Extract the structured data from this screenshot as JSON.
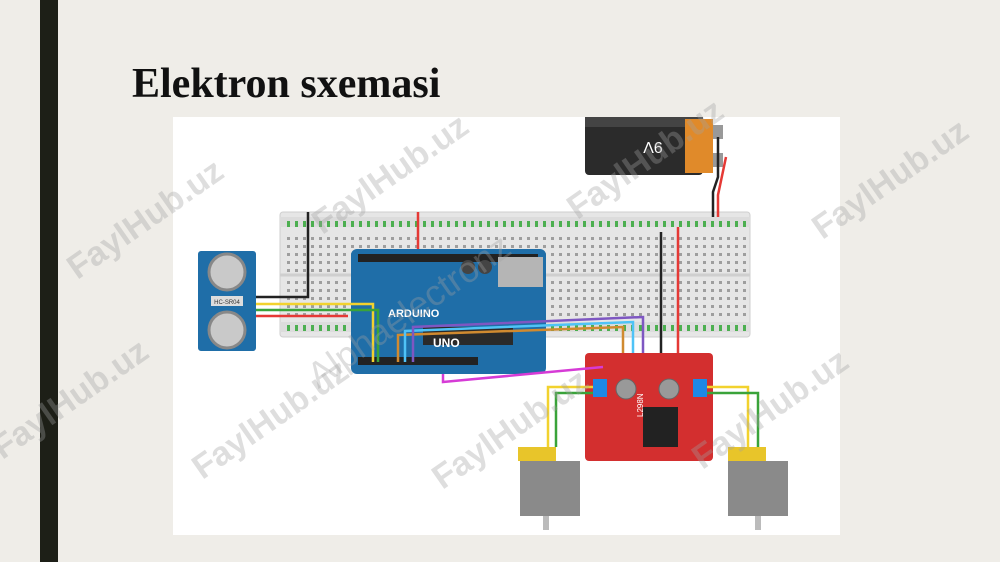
{
  "slide": {
    "title": "Elektron sxemasi"
  },
  "components": {
    "battery_label": "9V",
    "arduino_label": "UNO",
    "arduino_brand": "ARDUINO",
    "driver_label": "L298N",
    "sensor_label": "HC-SR04"
  },
  "watermarks": {
    "site": "FaylHub.uz",
    "brand": "Alphaelectronz"
  },
  "colors": {
    "background": "#efede8",
    "board_blue": "#1f6ea8",
    "driver_red": "#d32f2f",
    "wire_red": "#e53935",
    "wire_black": "#222222",
    "wire_yellow": "#f2d22e",
    "wire_green": "#3aa33a",
    "wire_magenta": "#d63bd6"
  }
}
